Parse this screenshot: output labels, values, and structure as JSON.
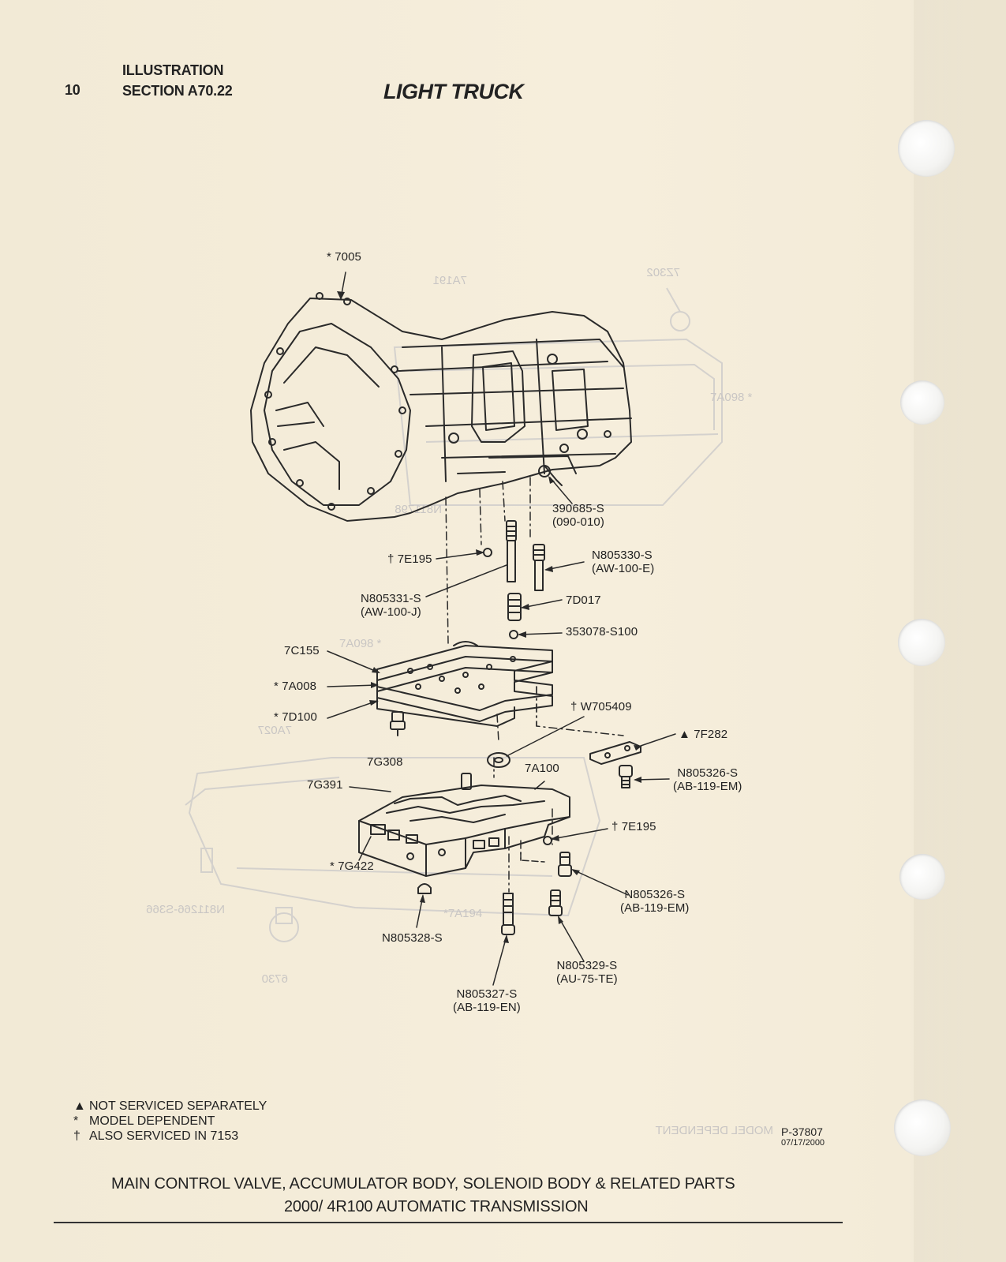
{
  "header": {
    "page_number": "10",
    "illustration_label": "ILLUSTRATION",
    "section_label": "SECTION A70.22",
    "title": "LIGHT TRUCK"
  },
  "callouts": {
    "c7005": "7005",
    "c390685_1": "390685-S",
    "c390685_2": "(090-010)",
    "c7E195_top": "7E195",
    "cN805330_1": "N805330-S",
    "cN805330_2": "(AW-100-E)",
    "cN805331_1": "N805331-S",
    "cN805331_2": "(AW-100-J)",
    "c7D017": "7D017",
    "c353078": "353078-S100",
    "c7C155": "7C155",
    "c7A008": "7A008",
    "c7D100": "7D100",
    "cW705409": "W705409",
    "c7F282": "7F282",
    "c7G308": "7G308",
    "c7A100": "7A100",
    "cN805326a_1": "N805326-S",
    "cN805326a_2": "(AB-119-EM)",
    "c7G391": "7G391",
    "c7E195_bot": "7E195",
    "c7G422": "7G422",
    "cN805326b_1": "N805326-S",
    "cN805326b_2": "(AB-119-EM)",
    "cN805328": "N805328-S",
    "cN805329_1": "N805329-S",
    "cN805329_2": "(AU-75-TE)",
    "cN805327_1": "N805327-S",
    "cN805327_2": "(AB-119-EN)"
  },
  "legend": {
    "triangle": "NOT SERVICED SEPARATELY",
    "asterisk": "MODEL DEPENDENT",
    "dagger": "ALSO SERVICED IN 7153"
  },
  "reference": {
    "number": "P-37807",
    "date": "07/17/2000"
  },
  "footer": {
    "line1": "MAIN CONTROL VALVE, ACCUMULATOR BODY, SOLENOID BODY & RELATED PARTS",
    "line2": "2000/ 4R100 AUTOMATIC TRANSMISSION"
  },
  "colors": {
    "paper": "#f4ecd9",
    "ink": "#222222",
    "bleed_through": "#c9c6c4"
  }
}
